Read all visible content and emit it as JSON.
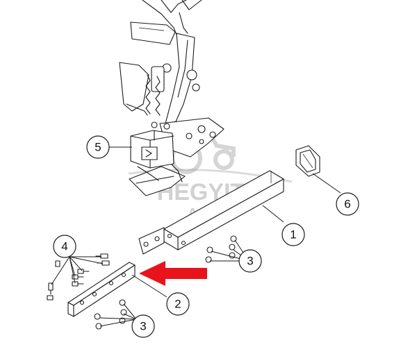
{
  "diagram": {
    "callouts": [
      {
        "id": "1",
        "label": "1"
      },
      {
        "id": "2",
        "label": "2"
      },
      {
        "id": "3a",
        "label": "3"
      },
      {
        "id": "3b",
        "label": "3"
      },
      {
        "id": "4",
        "label": "4"
      },
      {
        "id": "5",
        "label": "5"
      },
      {
        "id": "6",
        "label": "6"
      }
    ],
    "watermark": {
      "line1": "HEGYITA",
      "line2": "AGRO"
    },
    "arrow_color": "#e8141c",
    "line_color": "#1a1a1a"
  }
}
